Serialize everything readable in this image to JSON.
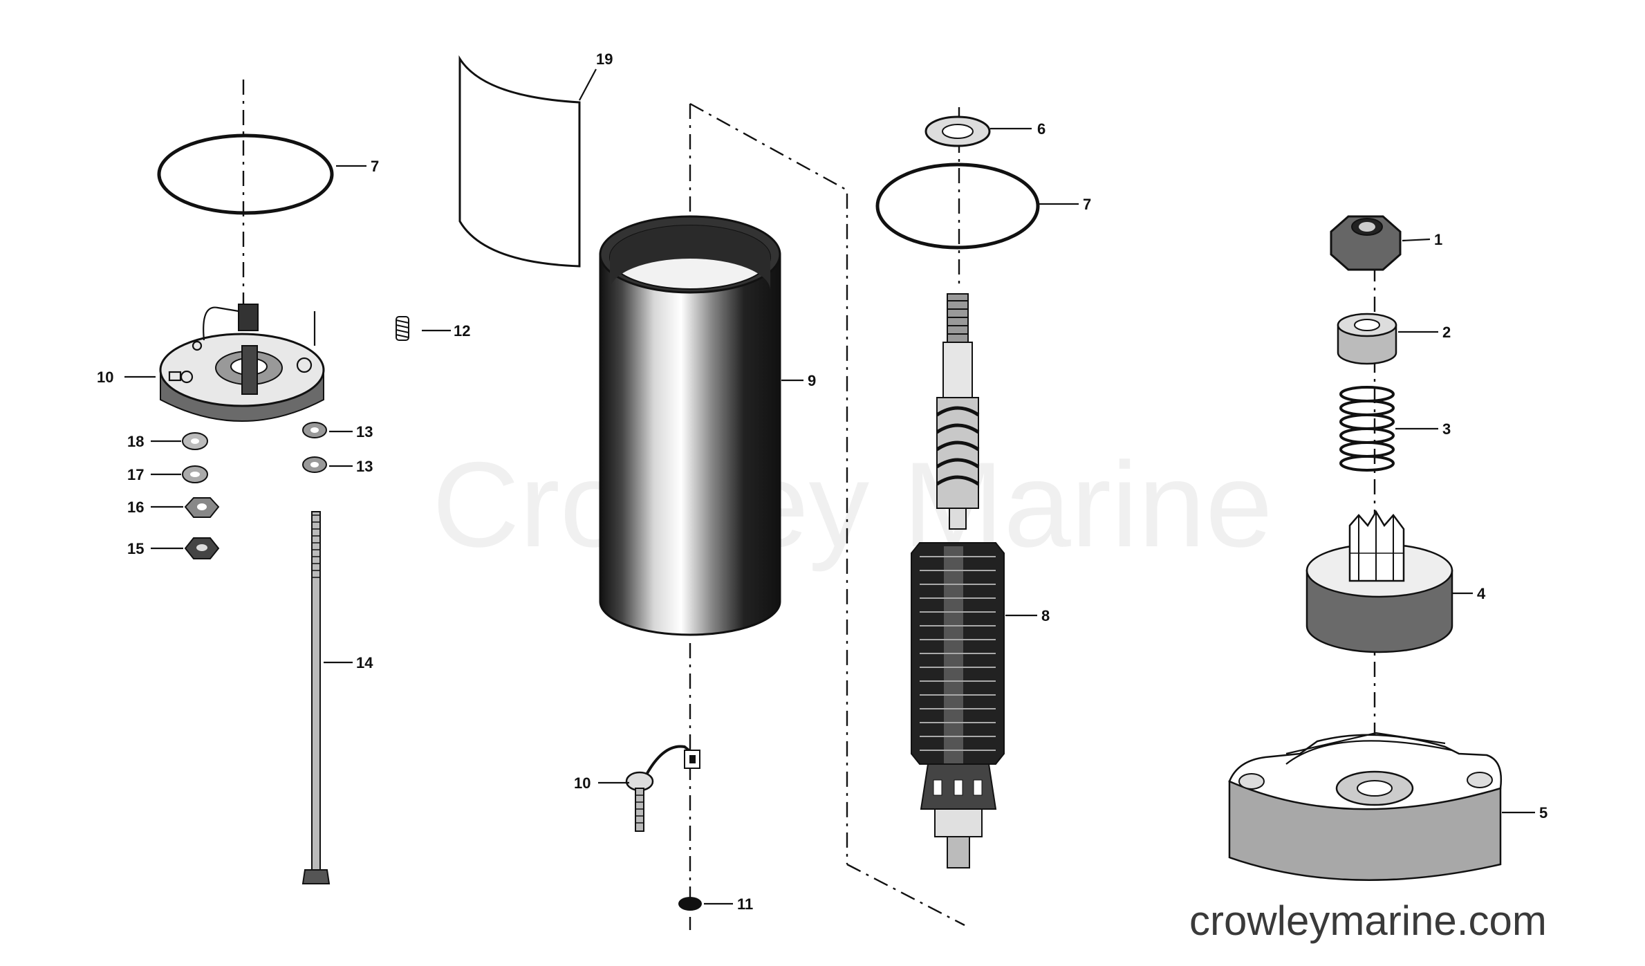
{
  "watermark": "Crowley Marine",
  "website": "crowleymarine.com",
  "callouts": [
    "1",
    "2",
    "3",
    "4",
    "5",
    "6",
    "7",
    "7",
    "8",
    "9",
    "10",
    "10",
    "11",
    "12",
    "13",
    "13",
    "14",
    "15",
    "16",
    "17",
    "18",
    "19"
  ]
}
